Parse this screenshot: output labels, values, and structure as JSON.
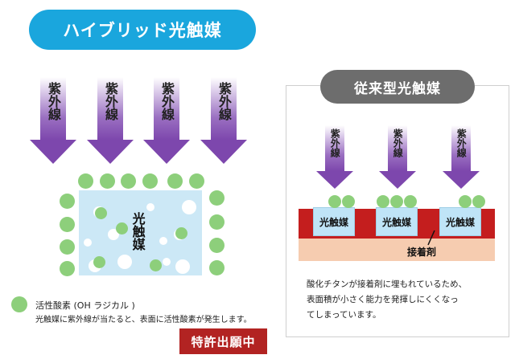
{
  "hybrid": {
    "title": "ハイブリッド光触媒",
    "uv_label": "紫外線",
    "catalyst_label": "光触媒"
  },
  "legend": {
    "title": "活性酸素 (OH ラジカル )",
    "description": "光触媒に紫外線が当たると、表面に活性酸素が発生します。"
  },
  "patent_badge": "特許出願中",
  "conventional": {
    "title": "従来型光触媒",
    "uv_label": "紫外線",
    "catalyst_label": "光触媒",
    "adhesive_label": "接着剤",
    "description_lines": [
      "酸化チタンが接着剤に埋もれているため、",
      "表面積が小さく能力を発揮しにくくなっ",
      "てしまっています。"
    ]
  },
  "colors": {
    "hybrid_pill": "#1aa6dd",
    "conventional_pill": "#6d6d6d",
    "uv_arrow": "#7d47ad",
    "active_oxygen": "#8dcf7b",
    "catalyst_fill": "#cce8f6",
    "adhesive_red": "#c41e1e",
    "adhesive_base": "#f6ccb0",
    "patent_badge": "#b22322"
  }
}
